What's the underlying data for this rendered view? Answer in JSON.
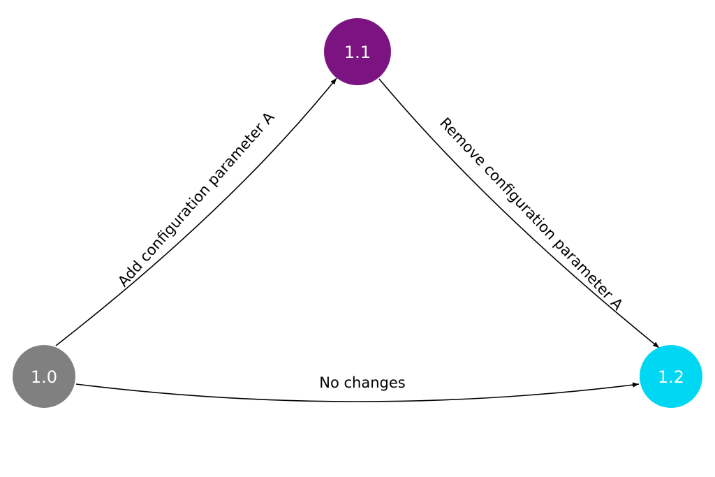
{
  "nodes": [
    {
      "id": "n10",
      "label": "1.0",
      "color": "#808080"
    },
    {
      "id": "n11",
      "label": "1.1",
      "color": "#7b1481"
    },
    {
      "id": "n12",
      "label": "1.2",
      "color": "#00d7f2"
    }
  ],
  "edges": [
    {
      "id": "e1",
      "from": "1.0",
      "to": "1.1",
      "label": "Add configuration parameter A"
    },
    {
      "id": "e2",
      "from": "1.1",
      "to": "1.2",
      "label": "Remove configuration parameter A"
    },
    {
      "id": "e3",
      "from": "1.0",
      "to": "1.2",
      "label": "No changes"
    }
  ],
  "colors": {
    "edge": "#000000",
    "node_text": "#ffffff",
    "background": "#ffffff"
  }
}
